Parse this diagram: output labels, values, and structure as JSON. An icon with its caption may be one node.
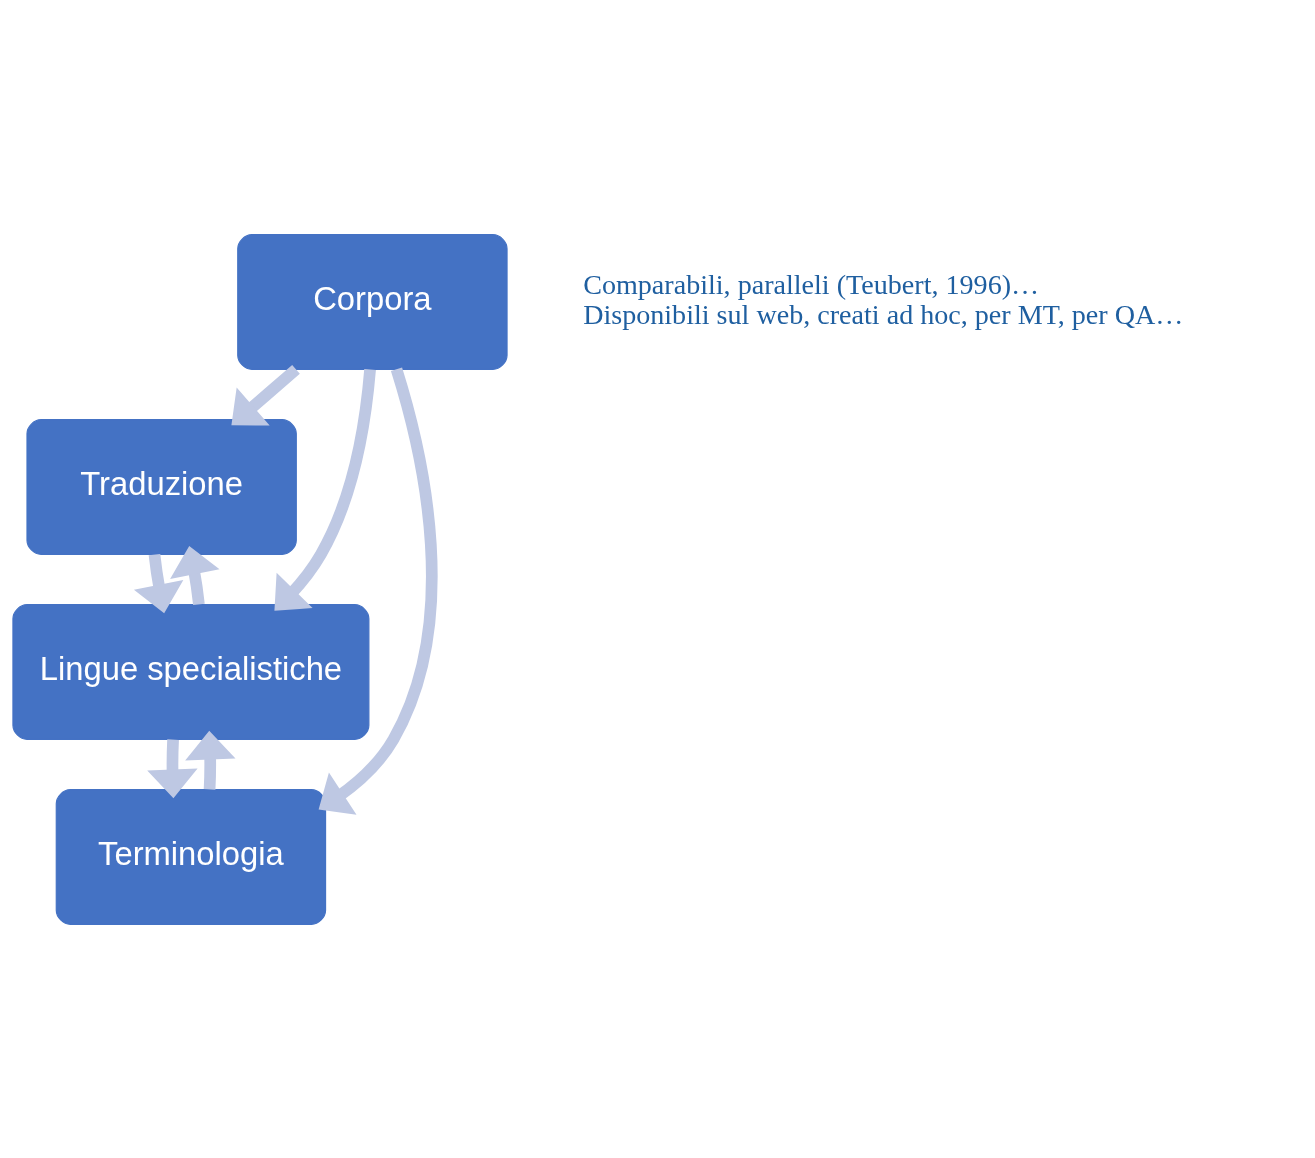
{
  "diagram": {
    "nodes": [
      {
        "text": [
          "Corpora"
        ],
        "beside": [
          "Comparabili, paralleli (Teubert, 1996)…",
          "Disponibili sul web, creati ad hoc, per MT, per QA…"
        ]
      },
      {
        "text": [
          "Traduzione"
        ]
      },
      {
        "text": [
          "Lingue specialistiche"
        ]
      },
      {
        "text": [
          "Terminologia"
        ]
      }
    ],
    "edges": [
      {
        "from": 0,
        "to": 1,
        "arrow": "to"
      },
      {
        "from": 0,
        "to": 2,
        "arrow": "to"
      },
      {
        "from": 0,
        "to": 3,
        "arrow": "to"
      },
      {
        "from": 1,
        "to": 2,
        "arrow": "to"
      },
      {
        "from": 2,
        "to": 1,
        "arrow": "to"
      },
      {
        "from": 2,
        "to": 3,
        "arrow": "to"
      },
      {
        "from": 3,
        "to": 2,
        "arrow": "to"
      }
    ]
  }
}
